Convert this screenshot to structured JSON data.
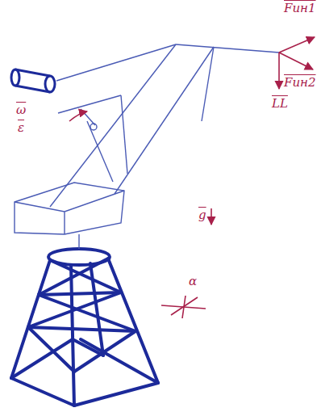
{
  "diagram": {
    "labels": [
      "Fин1",
      "Fин2",
      "LL",
      "ω",
      "ε",
      "g",
      "α"
    ]
  }
}
